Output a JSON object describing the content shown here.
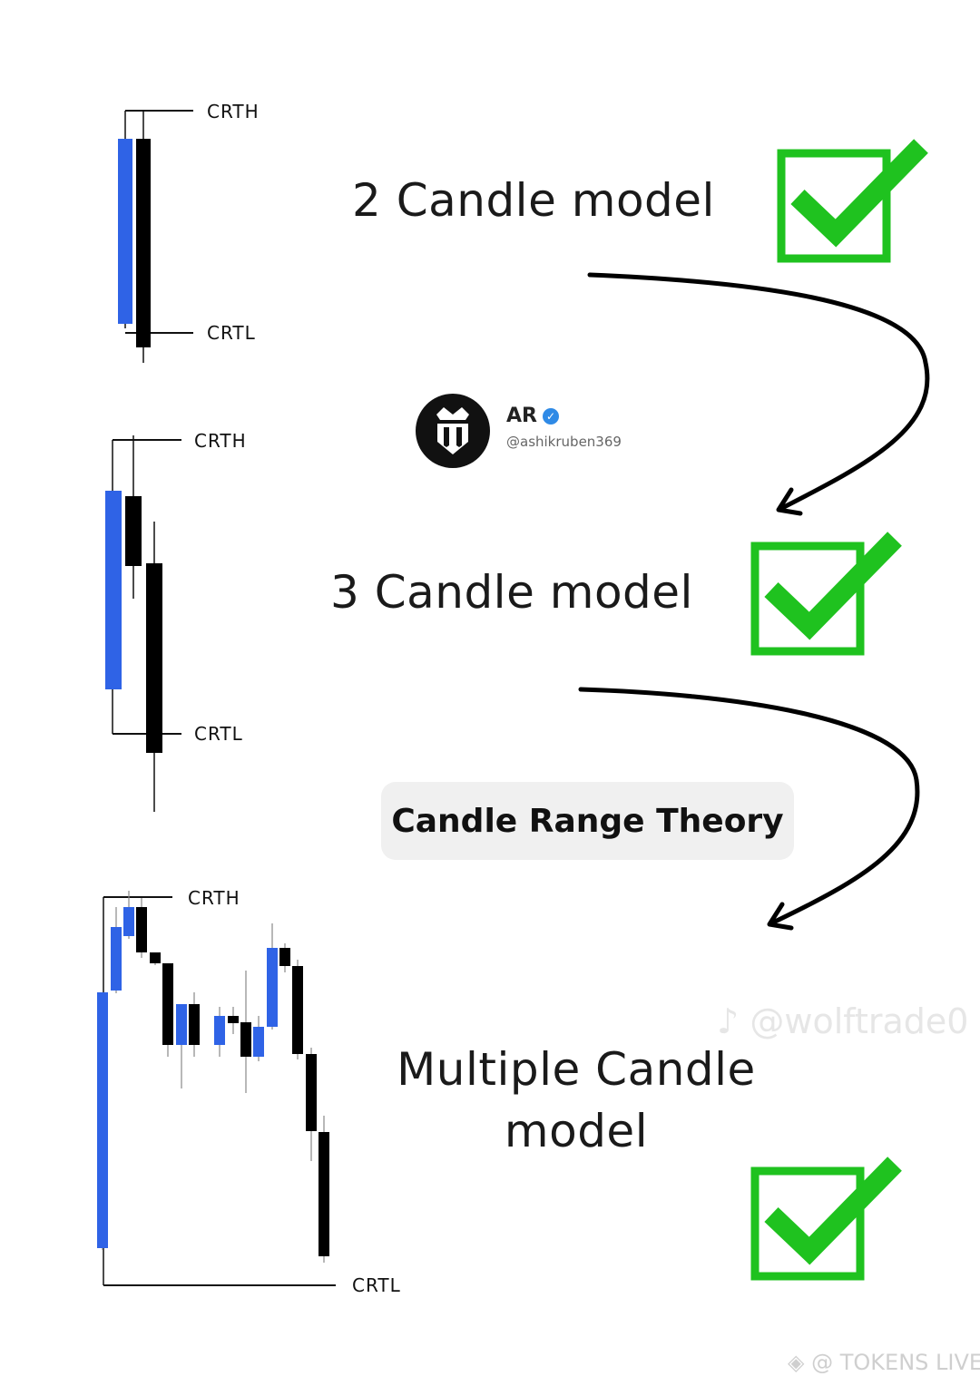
{
  "labels": {
    "high": "CRTH",
    "low": "CRTL"
  },
  "headings": {
    "two": "2 Candle model",
    "three": "3 Candle model",
    "multi_line1": "Multiple Candle",
    "multi_line2": "model"
  },
  "pill": "Candle Range Theory",
  "profile": {
    "name": "AR",
    "handle": "@ashikruben369"
  },
  "watermarks": {
    "tiktok": "@wolftrade0",
    "footer": "@ TOKENS LIVE"
  },
  "colors": {
    "bull": "#2f63e6",
    "bear": "#000000",
    "check": "#1fc21f"
  },
  "icons": {
    "check": "check-box-icon",
    "verified": "verified-badge-icon",
    "arrow": "curved-arrow-icon"
  }
}
